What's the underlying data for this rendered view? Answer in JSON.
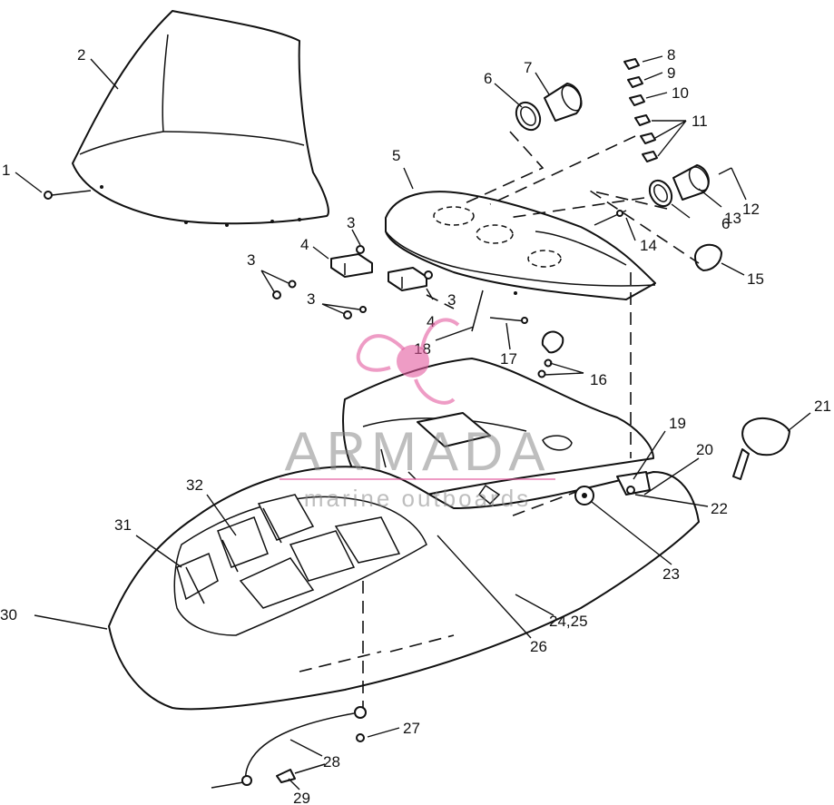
{
  "callouts": {
    "c1": "1",
    "c2": "2",
    "c3a": "3",
    "c3b": "3",
    "c3c": "3",
    "c3d": "3",
    "c4a": "4",
    "c4b": "4",
    "c5": "5",
    "c6a": "6",
    "c6b": "6",
    "c7": "7",
    "c8": "8",
    "c9": "9",
    "c10": "10",
    "c11": "11",
    "c12": "12",
    "c13": "13",
    "c14": "14",
    "c15": "15",
    "c16": "16",
    "c17": "17",
    "c18": "18",
    "c19": "19",
    "c20": "20",
    "c21": "21",
    "c22": "22",
    "c23": "23",
    "c24": "24,25",
    "c26": "26",
    "c27": "27",
    "c28": "28",
    "c29": "29",
    "c30": "30",
    "c31": "31",
    "c32": "32"
  },
  "watermark": {
    "brand": "ARMADA",
    "tagline": "marine outboards",
    "logo": "propeller-logo",
    "color": "#e35a9e"
  }
}
